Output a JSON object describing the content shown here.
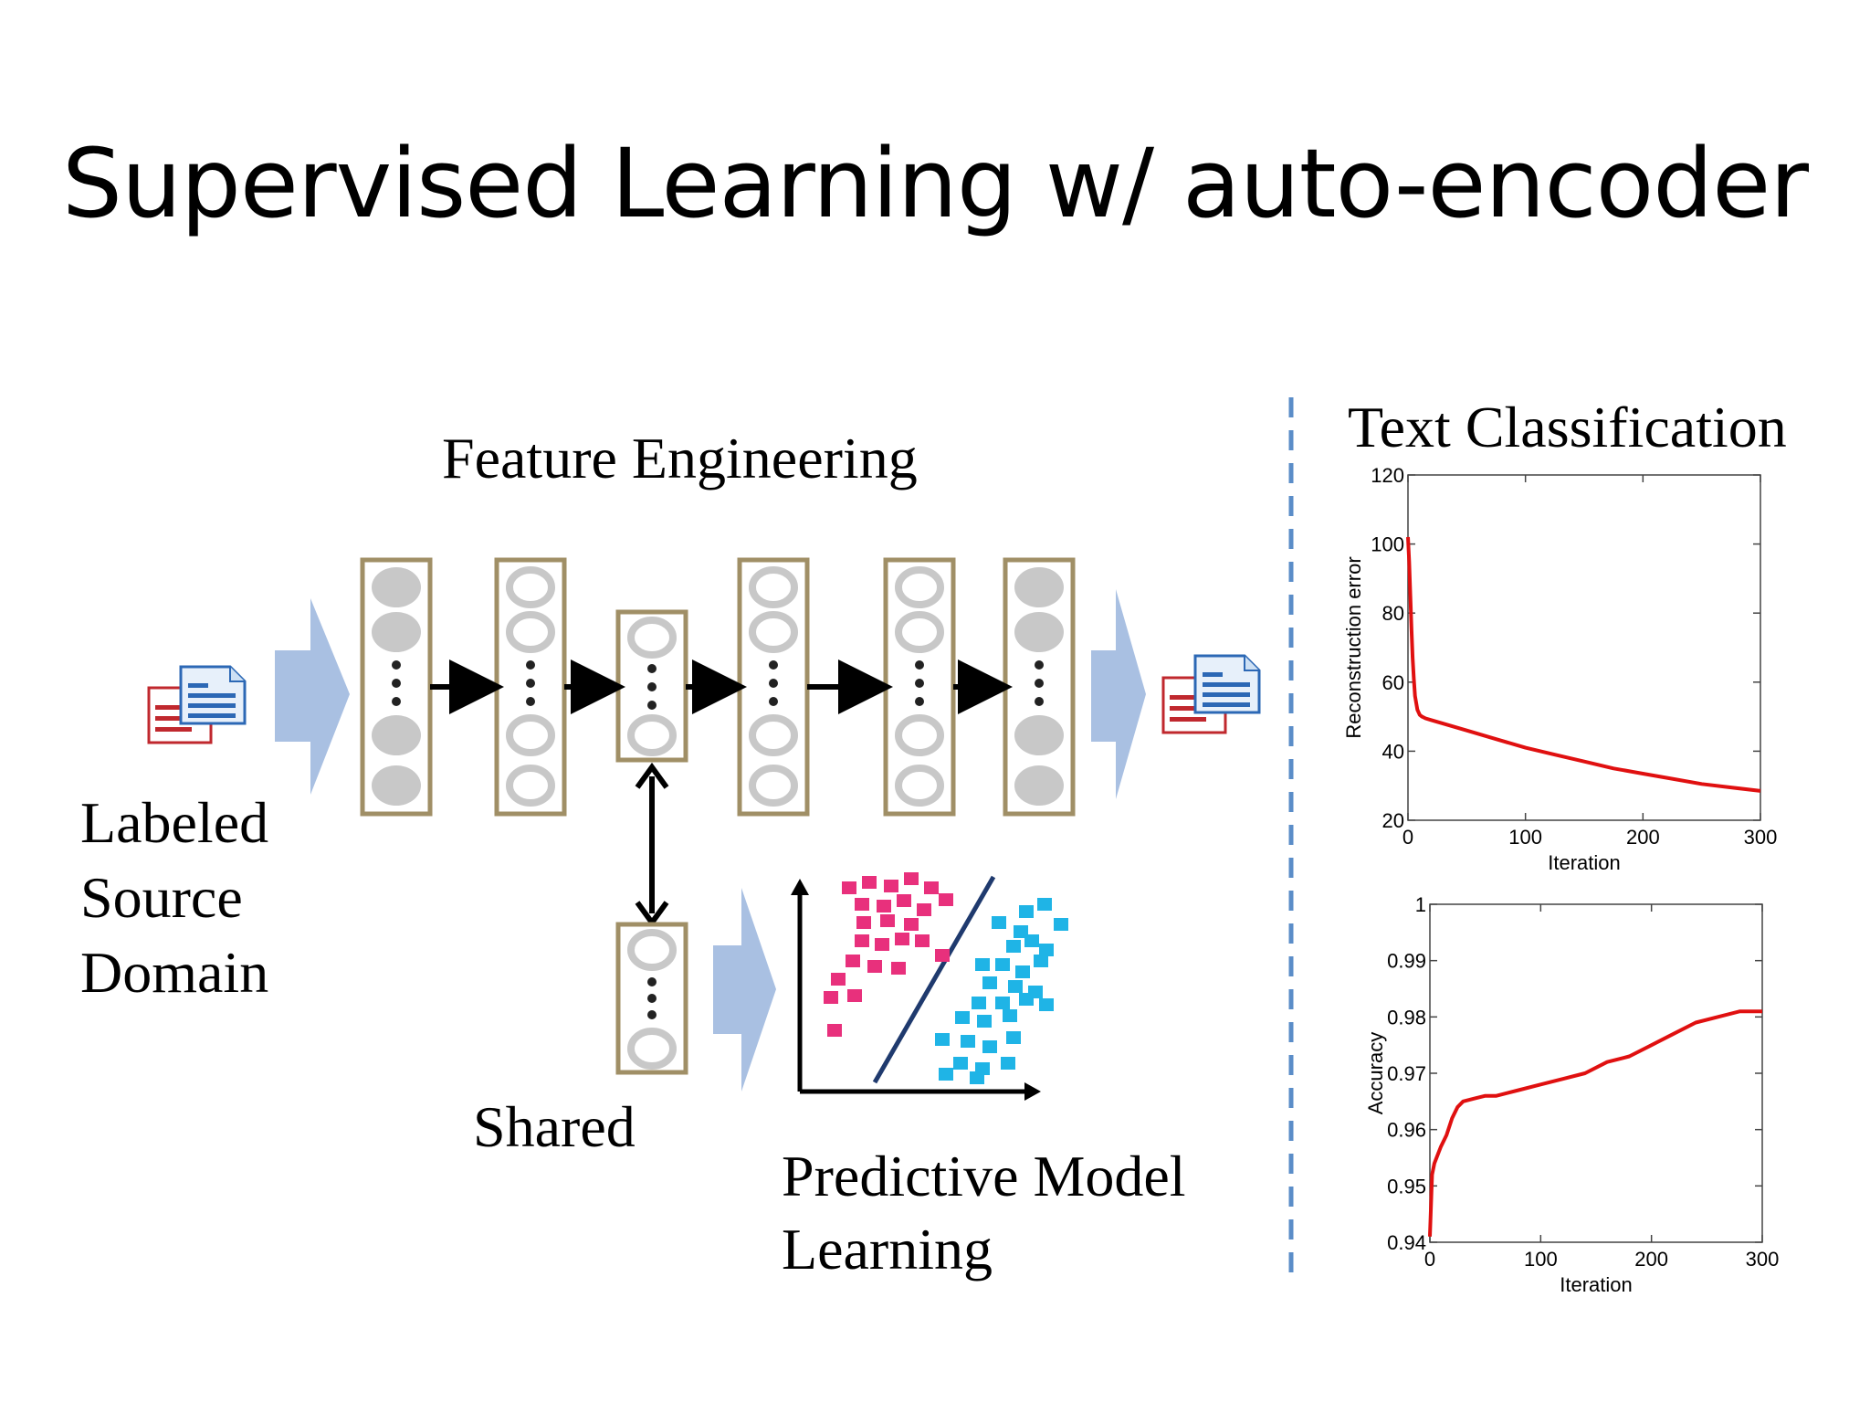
{
  "title": "Supervised Learning w/ auto-encoder",
  "feature_engineering_label": "Feature Engineering",
  "source_label_lines": [
    "Labeled",
    "Source",
    "Domain"
  ],
  "shared_label": "Shared",
  "predictive_label_lines": [
    "Predictive Model",
    "Learning"
  ],
  "text_classification_label": "Text Classification",
  "colors": {
    "box_border": "#a08f66",
    "arrow_fill": "#a9c0e2",
    "class_a": "#e8307c",
    "class_b": "#1fb4e6",
    "separator": "#1f3a6e",
    "dashed_divider": "#5b8dc8",
    "curve": "#e01010"
  },
  "chart_data": [
    {
      "type": "line",
      "xlabel": "Iteration",
      "ylabel": "Reconstruction error",
      "xlim": [
        0,
        300
      ],
      "ylim": [
        20,
        120
      ],
      "xticks": [
        "0",
        "100",
        "200",
        "300"
      ],
      "yticks": [
        "20",
        "40",
        "60",
        "80",
        "100",
        "120"
      ],
      "x": [
        0,
        1,
        2,
        3,
        4,
        5,
        6,
        8,
        10,
        12,
        15,
        20,
        30,
        50,
        75,
        100,
        125,
        150,
        175,
        200,
        225,
        250,
        275,
        300
      ],
      "y": [
        102,
        95,
        85,
        75,
        67,
        61,
        56,
        52,
        50.5,
        50,
        49.5,
        49,
        48,
        46,
        43.5,
        41,
        39,
        37,
        35,
        33.5,
        32,
        30.5,
        29.5,
        28.5
      ]
    },
    {
      "type": "line",
      "xlabel": "Iteration",
      "ylabel": "Accuracy",
      "xlim": [
        0,
        300
      ],
      "ylim": [
        0.94,
        1
      ],
      "xticks": [
        "0",
        "100",
        "200",
        "300"
      ],
      "yticks": [
        "0.94",
        "0.95",
        "0.96",
        "0.97",
        "0.98",
        "0.99",
        "1"
      ],
      "x": [
        0,
        2,
        4,
        6,
        8,
        10,
        15,
        20,
        25,
        30,
        40,
        50,
        60,
        80,
        100,
        120,
        140,
        160,
        180,
        200,
        220,
        240,
        260,
        280,
        300
      ],
      "y": [
        0.941,
        0.952,
        0.954,
        0.955,
        0.956,
        0.957,
        0.959,
        0.962,
        0.964,
        0.965,
        0.9655,
        0.966,
        0.966,
        0.967,
        0.968,
        0.969,
        0.97,
        0.972,
        0.973,
        0.975,
        0.977,
        0.979,
        0.98,
        0.981,
        0.981
      ]
    }
  ]
}
